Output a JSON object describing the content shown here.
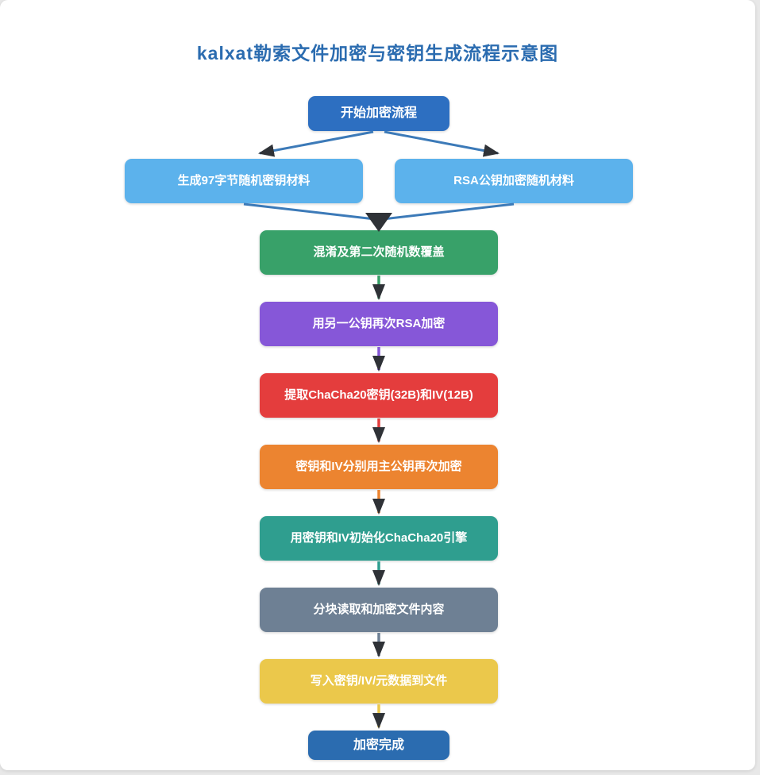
{
  "title": "kalxat勒索文件加密与密钥生成流程示意图",
  "theme": {
    "title_color": "#2b6cb0",
    "connector_blue": "#3c7ab8",
    "arrowhead_color": "#2f3237",
    "card_background": "#ffffff",
    "page_background": "#e8e8e8"
  },
  "nodes": {
    "start": {
      "label": "开始加密流程",
      "color": "#2d6fc1"
    },
    "branch_left": {
      "label": "生成97字节随机密钥材料",
      "color": "#5cb2ec"
    },
    "branch_right": {
      "label": "RSA公钥加密随机材料",
      "color": "#5cb2ec"
    },
    "mix": {
      "label": "混淆及第二次随机数覆盖",
      "color": "#38a169"
    },
    "rsa2": {
      "label": "用另一公钥再次RSA加密",
      "color": "#8657d8"
    },
    "extract": {
      "label": "提取ChaCha20密钥(32B)和IV(12B)",
      "color": "#e43d3d"
    },
    "encrypt_kiv": {
      "label": "密钥和IV分别用主公钥再次加密",
      "color": "#ec8430"
    },
    "init_engine": {
      "label": "用密钥和IV初始化ChaCha20引擎",
      "color": "#2f9e8f"
    },
    "chunks": {
      "label": "分块读取和加密文件内容",
      "color": "#6e8094"
    },
    "write_meta": {
      "label": "写入密钥/IV/元数据到文件",
      "color": "#ebc84b"
    },
    "done": {
      "label": "加密完成",
      "color": "#2b6cb0"
    }
  }
}
